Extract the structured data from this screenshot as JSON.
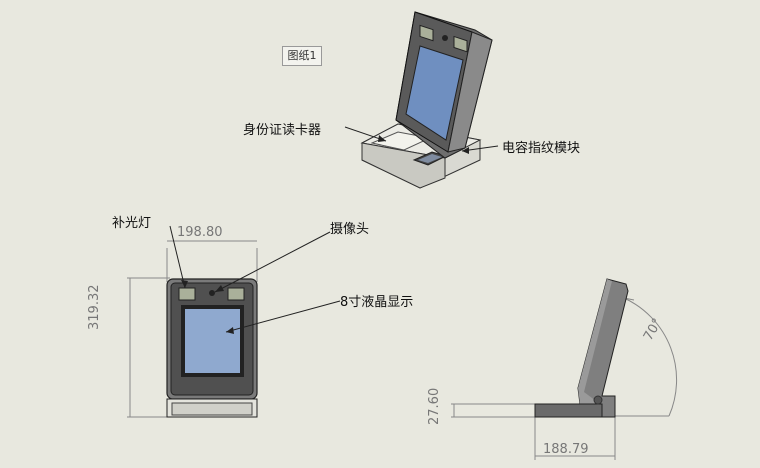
{
  "sheet": {
    "tag": "图纸1"
  },
  "callouts": {
    "id_reader": "身份证读卡器",
    "fingerprint": "电容指纹模块",
    "fill_light": "补光灯",
    "camera": "摄像头",
    "lcd": "8寸液晶显示"
  },
  "dimensions": {
    "front_width": "198.80",
    "front_height": "319.32",
    "side_base_height": "27.60",
    "side_depth": "188.79",
    "tilt_angle": "70°"
  },
  "colors": {
    "background": "#e8e8df",
    "device_body": "#6b6b6b",
    "screen_blue": "#8fa9cf",
    "dimension_line": "#888888"
  }
}
